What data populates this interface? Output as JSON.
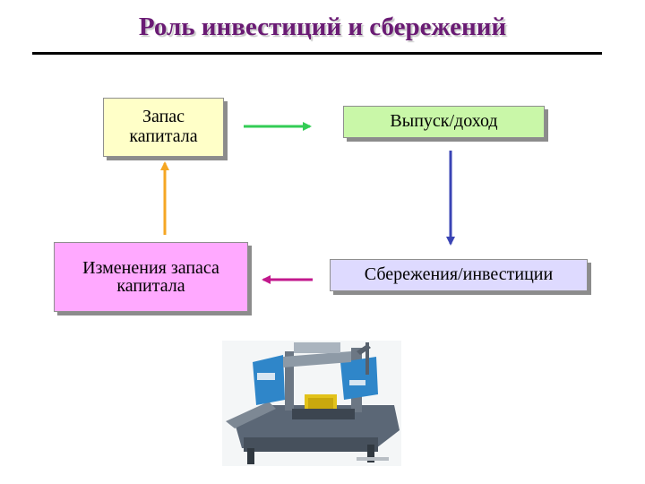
{
  "title": "Роль инвестиций и сбережений",
  "boxes": {
    "capital_stock": "Запас капитала",
    "output_income": "Выпуск/доход",
    "capital_change": "Изменения запаса капитала",
    "savings_investment": "Сбережения/инвестиции"
  },
  "colors": {
    "title": "#6a1b74",
    "capital_stock_bg": "#ffffc8",
    "output_income_bg": "#c9f7a8",
    "capital_change_bg": "#ffa9ff",
    "savings_investment_bg": "#dedaff",
    "arrow_green": "#33cc55",
    "arrow_blue": "#3a44b4",
    "arrow_magenta": "#c2188c",
    "arrow_orange": "#f5a623"
  },
  "flow": [
    {
      "from": "capital_stock",
      "to": "output_income",
      "color": "arrow_green"
    },
    {
      "from": "output_income",
      "to": "savings_investment",
      "color": "arrow_blue"
    },
    {
      "from": "savings_investment",
      "to": "capital_change",
      "color": "arrow_magenta"
    },
    {
      "from": "capital_change",
      "to": "capital_stock",
      "color": "arrow_orange"
    }
  ],
  "image": {
    "subject": "industrial band saw machine"
  }
}
